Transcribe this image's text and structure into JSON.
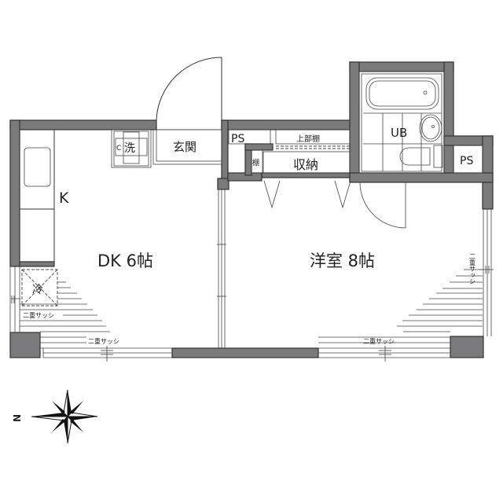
{
  "floorplan": {
    "rooms": {
      "dk": {
        "label": "DK 6帖"
      },
      "kitchen": {
        "label": "K"
      },
      "western_room": {
        "label": "洋室 8帖"
      },
      "entrance": {
        "label": "玄関"
      },
      "storage": {
        "label": "収納"
      },
      "upper_shelf": {
        "label": "上部棚"
      },
      "shelf": {
        "label": "棚"
      },
      "unit_bath": {
        "label": "UB"
      },
      "pipe_space_1": {
        "label": "PS"
      },
      "pipe_space_2": {
        "label": "PS"
      }
    },
    "fixtures": {
      "washer": {
        "label": "洗",
        "prefix": "C"
      },
      "fridge": {
        "label": "冷"
      }
    },
    "windows": {
      "dk_side": {
        "label": "二重サッシ"
      },
      "dk_bottom": {
        "label": "二重サッシ"
      },
      "room_bottom": {
        "label": "二重サッシ"
      },
      "room_side": {
        "label": "二重サッシ"
      }
    },
    "compass": {
      "label": "N"
    },
    "colors": {
      "wall": "#7a7a7c",
      "line": "#333333",
      "background": "#ffffff"
    }
  }
}
